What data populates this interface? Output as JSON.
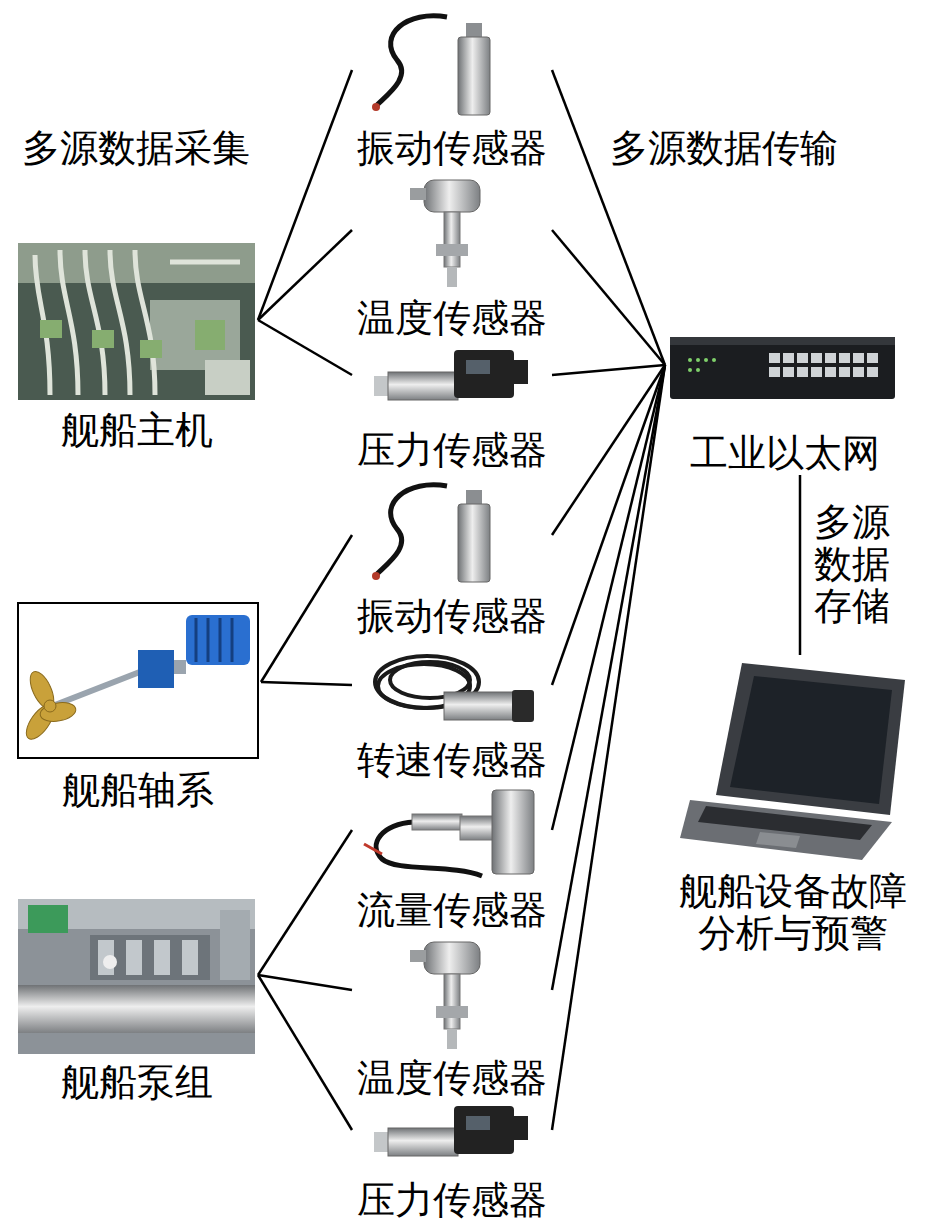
{
  "diagram": {
    "nodes": [
      {
        "text": [
          "舰船主机"
        ]
      },
      {
        "text": [
          "舰船轴系"
        ]
      },
      {
        "text": [
          "舰船泵组"
        ]
      },
      {
        "text": [
          "振动传感器"
        ]
      },
      {
        "text": [
          "温度传感器"
        ]
      },
      {
        "text": [
          "压力传感器"
        ]
      },
      {
        "text": [
          "振动传感器"
        ]
      },
      {
        "text": [
          "转速传感器"
        ]
      },
      {
        "text": [
          "流量传感器"
        ]
      },
      {
        "text": [
          "温度传感器"
        ]
      },
      {
        "text": [
          "压力传感器"
        ]
      },
      {
        "text": [
          "工业以太网"
        ]
      },
      {
        "text": [
          "舰船设备故障 分析与预警"
        ]
      }
    ],
    "edges": [
      {
        "from": 0,
        "to": 3,
        "arrow": "none"
      },
      {
        "from": 0,
        "to": 4,
        "arrow": "none"
      },
      {
        "from": 0,
        "to": 5,
        "arrow": "none"
      },
      {
        "from": 1,
        "to": 6,
        "arrow": "none"
      },
      {
        "from": 1,
        "to": 7,
        "arrow": "none"
      },
      {
        "from": 2,
        "to": 8,
        "arrow": "none"
      },
      {
        "from": 2,
        "to": 9,
        "arrow": "none"
      },
      {
        "from": 2,
        "to": 10,
        "arrow": "none"
      },
      {
        "from": 3,
        "to": 11,
        "arrow": "none"
      },
      {
        "from": 4,
        "to": 11,
        "arrow": "none"
      },
      {
        "from": 5,
        "to": 11,
        "arrow": "none"
      },
      {
        "from": 6,
        "to": 11,
        "arrow": "none"
      },
      {
        "from": 7,
        "to": 11,
        "arrow": "none"
      },
      {
        "from": 8,
        "to": 11,
        "arrow": "none"
      },
      {
        "from": 9,
        "to": 11,
        "arrow": "none"
      },
      {
        "from": 10,
        "to": 11,
        "arrow": "none"
      },
      {
        "from": 11,
        "to": 12,
        "label": "多源数据存储",
        "arrow": "none"
      }
    ],
    "labels": [
      "多源数据采集",
      "多源数据传输"
    ]
  }
}
